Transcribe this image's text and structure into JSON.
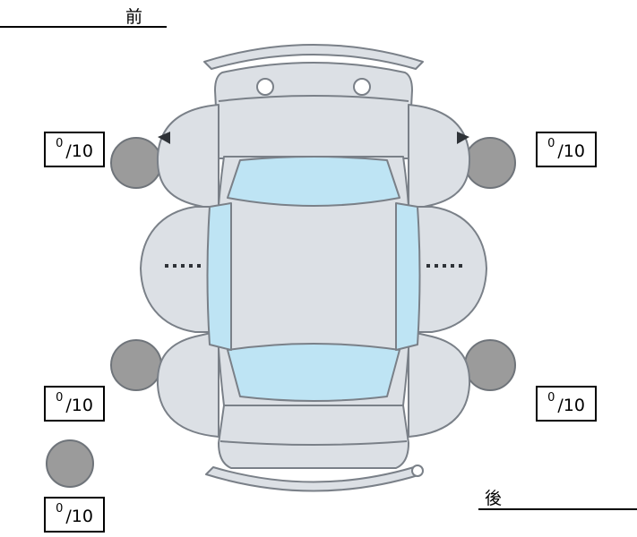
{
  "labels": {
    "front": "前",
    "rear": "後"
  },
  "scores": {
    "items": [
      {
        "position": "front-left",
        "num": "0",
        "den": "/10"
      },
      {
        "position": "front-right",
        "num": "0",
        "den": "/10"
      },
      {
        "position": "rear-left",
        "num": "0",
        "den": "/10"
      },
      {
        "position": "rear-right",
        "num": "0",
        "den": "/10"
      },
      {
        "position": "spare",
        "num": "0",
        "den": "/10"
      }
    ]
  },
  "colors": {
    "body": "#dce0e5",
    "glass": "#bee4f4",
    "wheel": "#9b9b9b",
    "wheelEdge": "#6f747a",
    "outline": "#7a8088",
    "mark": "#2f3338"
  }
}
